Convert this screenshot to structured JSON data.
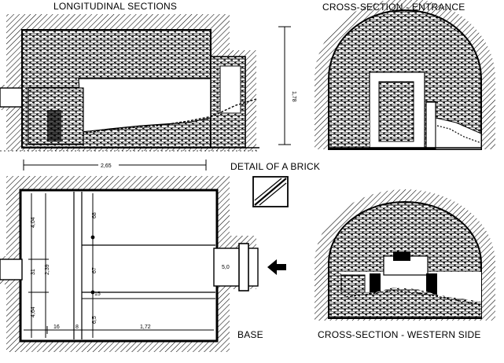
{
  "labels": {
    "longitudinal": "LONGITUDINAL SECTIONS",
    "entrance": "CROSS-SECTION - ENTRANCE",
    "brick": "DETAIL OF A BRICK",
    "base": "BASE",
    "western": "CROSS-SECTION - WESTERN SIDE"
  },
  "dimensions": {
    "length": "2,65",
    "height": "1,78",
    "inner_length": "1,72",
    "left_total": "2,39",
    "left_top": "4,04",
    "left_bottom": "4,64",
    "left_side": "31",
    "mid_top": "68",
    "mid_mid": "67",
    "mid_bottom": "6,5",
    "corridor": "5,0",
    "small_a": "16",
    "small_b": "15",
    "small_c": "8"
  },
  "colors": {
    "ink": "#000000",
    "paper": "#ffffff"
  }
}
